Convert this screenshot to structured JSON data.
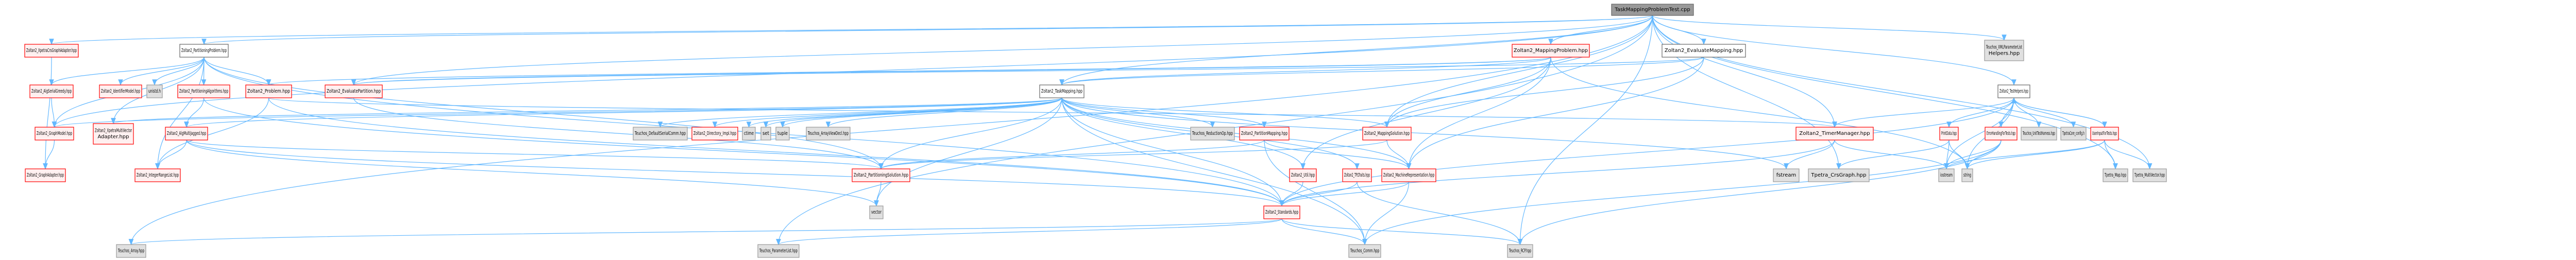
{
  "title": "TaskMappingProblemTest.cpp include dependency graph",
  "colors": {
    "edge": "#63b8ff",
    "root_fill": "#999999",
    "plain_fill": "#ffffff",
    "red_fill": "#fff0f0",
    "red_border": "#ff0000",
    "gray_fill": "#e0e0e0"
  },
  "nodes": [
    {
      "id": "root",
      "label": "TaskMappingProblemTest.cpp",
      "kind": "root"
    },
    {
      "id": "xpetraCrsGraphAdapter",
      "label": "Zoltan2_XpetraCrsGraphAdapter.hpp",
      "kind": "red"
    },
    {
      "id": "partitioningProblem",
      "label": "Zoltan2_PartitioningProblem.hpp",
      "kind": "plain"
    },
    {
      "id": "mappingProblem",
      "label": "Zoltan2_MappingProblem.hpp",
      "kind": "red"
    },
    {
      "id": "evaluateMapping",
      "label": "Zoltan2_EvaluateMapping.hpp",
      "kind": "plain"
    },
    {
      "id": "xmlParamHelpers",
      "label": "Teuchos_XMLParameterList\nHelpers.hpp",
      "kind": "gray"
    },
    {
      "id": "algSerialGreedy",
      "label": "Zoltan2_AlgSerialGreedy.hpp",
      "kind": "red"
    },
    {
      "id": "identifierModel",
      "label": "Zoltan2_IdentifierModel.hpp",
      "kind": "red"
    },
    {
      "id": "unistd",
      "label": "unistd.h",
      "kind": "gray"
    },
    {
      "id": "partitioningAlgorithms",
      "label": "Zoltan2_PartitioningAlgorithms.hpp",
      "kind": "red"
    },
    {
      "id": "problem",
      "label": "Zoltan2_Problem.hpp",
      "kind": "red"
    },
    {
      "id": "evaluatePartition",
      "label": "Zoltan2_EvaluatePartition.hpp",
      "kind": "red"
    },
    {
      "id": "taskMapping",
      "label": "Zoltan2_TaskMapping.hpp",
      "kind": "plain"
    },
    {
      "id": "testHelpers",
      "label": "Zoltan2_TestHelpers.hpp",
      "kind": "plain"
    },
    {
      "id": "graphModel",
      "label": "Zoltan2_GraphModel.hpp",
      "kind": "red"
    },
    {
      "id": "xpetraMultiVectorAdapter",
      "label": "Zoltan2_XpetraMultiVector\nAdapter.hpp",
      "kind": "red"
    },
    {
      "id": "algMultiJagged",
      "label": "Zoltan2_AlgMultiJagged.hpp",
      "kind": "red"
    },
    {
      "id": "defaultSerialComm",
      "label": "Teuchos_DefaultSerialComm.hpp",
      "kind": "gray"
    },
    {
      "id": "directoryImpl",
      "label": "Zoltan2_Directory_Impl.hpp",
      "kind": "red"
    },
    {
      "id": "ctime",
      "label": "ctime",
      "kind": "gray"
    },
    {
      "id": "set",
      "label": "set",
      "kind": "gray"
    },
    {
      "id": "tuple",
      "label": "tuple",
      "kind": "gray"
    },
    {
      "id": "arrayViewDecl",
      "label": "Teuchos_ArrayViewDecl.hpp",
      "kind": "gray"
    },
    {
      "id": "reductionOp",
      "label": "Teuchos_ReductionOp.hpp",
      "kind": "gray"
    },
    {
      "id": "partitionMapping",
      "label": "Zoltan2_PartitionMapping.hpp",
      "kind": "red"
    },
    {
      "id": "mappingSolution",
      "label": "Zoltan2_MappingSolution.hpp",
      "kind": "red"
    },
    {
      "id": "timerManager",
      "label": "Zoltan2_TimerManager.hpp",
      "kind": "red"
    },
    {
      "id": "printData",
      "label": "PrintData.hpp",
      "kind": "red"
    },
    {
      "id": "errorHandling",
      "label": "ErrorHandlingForTests.hpp",
      "kind": "red"
    },
    {
      "id": "unitTestHarness",
      "label": "Teuchos_UnitTestHarness.hpp",
      "kind": "gray"
    },
    {
      "id": "tpetraCoreConfig",
      "label": "TpetraCore_config.h",
      "kind": "gray"
    },
    {
      "id": "userInput",
      "label": "UserInputForTests.hpp",
      "kind": "red"
    },
    {
      "id": "graphAdapter",
      "label": "Zoltan2_GraphAdapter.hpp",
      "kind": "red"
    },
    {
      "id": "integerRangeList",
      "label": "Zoltan2_IntegerRangeList.hpp",
      "kind": "red"
    },
    {
      "id": "partitioningSolution",
      "label": "Zoltan2_PartitioningSolution.hpp",
      "kind": "red"
    },
    {
      "id": "util",
      "label": "Zoltan2_Util.hpp",
      "kind": "red"
    },
    {
      "id": "tplTraits",
      "label": "Zoltan2_TPLTraits.hpp",
      "kind": "red"
    },
    {
      "id": "machineRep",
      "label": "Zoltan2_MachineRepresentation.hpp",
      "kind": "red"
    },
    {
      "id": "fstream",
      "label": "fstream",
      "kind": "gray"
    },
    {
      "id": "tpetraCrsGraph",
      "label": "Tpetra_CrsGraph.hpp",
      "kind": "gray"
    },
    {
      "id": "iostream",
      "label": "iostream",
      "kind": "gray"
    },
    {
      "id": "string",
      "label": "string",
      "kind": "gray"
    },
    {
      "id": "tpetraMap",
      "label": "Tpetra_Map.hpp",
      "kind": "gray"
    },
    {
      "id": "tpetraMultiVector",
      "label": "Tpetra_MultiVector.hpp",
      "kind": "gray"
    },
    {
      "id": "vector",
      "label": "vector",
      "kind": "gray"
    },
    {
      "id": "standards",
      "label": "Zoltan2_Standards.hpp",
      "kind": "red"
    },
    {
      "id": "teuchosArray",
      "label": "Teuchos_Array.hpp",
      "kind": "gray"
    },
    {
      "id": "parameterList",
      "label": "Teuchos_ParameterList.hpp",
      "kind": "gray"
    },
    {
      "id": "teuchosComm",
      "label": "Teuchos_Comm.hpp",
      "kind": "gray"
    },
    {
      "id": "teuchosRCP",
      "label": "Teuchos_RCP.hpp",
      "kind": "gray"
    }
  ],
  "edges": [
    [
      "root",
      "xpetraCrsGraphAdapter"
    ],
    [
      "root",
      "partitioningProblem"
    ],
    [
      "root",
      "mappingProblem"
    ],
    [
      "root",
      "evaluateMapping"
    ],
    [
      "root",
      "xmlParamHelpers"
    ],
    [
      "root",
      "testHelpers"
    ],
    [
      "root",
      "evaluatePartition"
    ],
    [
      "root",
      "taskMapping"
    ],
    [
      "root",
      "teuchosArray"
    ],
    [
      "root",
      "parameterList"
    ],
    [
      "root",
      "teuchosRCP"
    ],
    [
      "root",
      "tpetraMap"
    ],
    [
      "root",
      "tpetraMultiVector"
    ],
    [
      "root",
      "graphModel"
    ],
    [
      "root",
      "timerManager"
    ],
    [
      "root",
      "tpetraCrsGraph"
    ],
    [
      "root",
      "mappingSolution"
    ],
    [
      "xpetraCrsGraphAdapter",
      "graphAdapter"
    ],
    [
      "partitioningProblem",
      "algSerialGreedy"
    ],
    [
      "partitioningProblem",
      "identifierModel"
    ],
    [
      "partitioningProblem",
      "unistd"
    ],
    [
      "partitioningProblem",
      "partitioningAlgorithms"
    ],
    [
      "partitioningProblem",
      "problem"
    ],
    [
      "partitioningProblem",
      "integerRangeList"
    ],
    [
      "partitioningProblem",
      "partitioningSolution"
    ],
    [
      "partitioningProblem",
      "graphModel"
    ],
    [
      "partitioningProblem",
      "xpetraMultiVectorAdapter"
    ],
    [
      "partitioningProblem",
      "standards"
    ],
    [
      "mappingProblem",
      "taskMapping"
    ],
    [
      "mappingProblem",
      "evaluatePartition"
    ],
    [
      "mappingProblem",
      "mappingSolution"
    ],
    [
      "mappingProblem",
      "machineRep"
    ],
    [
      "mappingProblem",
      "util"
    ],
    [
      "mappingProblem",
      "string"
    ],
    [
      "mappingProblem",
      "problem"
    ],
    [
      "evaluateMapping",
      "taskMapping"
    ],
    [
      "evaluateMapping",
      "mappingSolution"
    ],
    [
      "evaluateMapping",
      "evaluatePartition"
    ],
    [
      "evaluateMapping",
      "machineRep"
    ],
    [
      "algSerialGreedy",
      "graphModel"
    ],
    [
      "partitioningAlgorithms",
      "algMultiJagged"
    ],
    [
      "partitioningAlgorithms",
      "standards"
    ],
    [
      "problem",
      "standards"
    ],
    [
      "problem",
      "timerManager"
    ],
    [
      "problem",
      "integerRangeList"
    ],
    [
      "evaluatePartition",
      "partitioningSolution"
    ],
    [
      "taskMapping",
      "defaultSerialComm"
    ],
    [
      "taskMapping",
      "directoryImpl"
    ],
    [
      "taskMapping",
      "ctime"
    ],
    [
      "taskMapping",
      "set"
    ],
    [
      "taskMapping",
      "tuple"
    ],
    [
      "taskMapping",
      "arrayViewDecl"
    ],
    [
      "taskMapping",
      "reductionOp"
    ],
    [
      "taskMapping",
      "partitionMapping"
    ],
    [
      "taskMapping",
      "mappingSolution"
    ],
    [
      "taskMapping",
      "machineRep"
    ],
    [
      "taskMapping",
      "tplTraits"
    ],
    [
      "taskMapping",
      "algMultiJagged"
    ],
    [
      "taskMapping",
      "graphModel"
    ],
    [
      "taskMapping",
      "xpetraMultiVectorAdapter"
    ],
    [
      "taskMapping",
      "fstream"
    ],
    [
      "taskMapping",
      "partitioningSolution"
    ],
    [
      "taskMapping",
      "standards"
    ],
    [
      "taskMapping",
      "teuchosComm"
    ],
    [
      "taskMapping",
      "vector"
    ],
    [
      "taskMapping",
      "util"
    ],
    [
      "testHelpers",
      "timerManager"
    ],
    [
      "testHelpers",
      "printData"
    ],
    [
      "testHelpers",
      "errorHandling"
    ],
    [
      "testHelpers",
      "unitTestHarness"
    ],
    [
      "testHelpers",
      "tpetraCoreConfig"
    ],
    [
      "testHelpers",
      "userInput"
    ],
    [
      "testHelpers",
      "iostream"
    ],
    [
      "testHelpers",
      "string"
    ],
    [
      "testHelpers",
      "standards"
    ],
    [
      "userInput",
      "testHelpers"
    ],
    [
      "userInput",
      "tpetraMap"
    ],
    [
      "userInput",
      "tpetraMultiVector"
    ],
    [
      "userInput",
      "string"
    ],
    [
      "userInput",
      "iostream"
    ],
    [
      "graphModel",
      "graphAdapter"
    ],
    [
      "algMultiJagged",
      "integerRangeList"
    ],
    [
      "algMultiJagged",
      "partitioningSolution"
    ],
    [
      "algMultiJagged",
      "vector"
    ],
    [
      "algMultiJagged",
      "standards"
    ],
    [
      "partitionMapping",
      "partitioningSolution"
    ],
    [
      "partitionMapping",
      "machineRep"
    ],
    [
      "partitionMapping",
      "teuchosComm"
    ],
    [
      "mappingSolution",
      "partitioningSolution"
    ],
    [
      "mappingSolution",
      "machineRep"
    ],
    [
      "timerManager",
      "fstream"
    ],
    [
      "timerManager",
      "iostream"
    ],
    [
      "timerManager",
      "standards"
    ],
    [
      "printData",
      "tpetraCrsGraph"
    ],
    [
      "printData",
      "iostream"
    ],
    [
      "printData",
      "string"
    ],
    [
      "errorHandling",
      "iostream"
    ],
    [
      "errorHandling",
      "string"
    ],
    [
      "errorHandling",
      "teuchosRCP"
    ],
    [
      "errorHandling",
      "teuchosComm"
    ],
    [
      "partitioningSolution",
      "vector"
    ],
    [
      "util",
      "standards"
    ],
    [
      "tplTraits",
      "standards"
    ],
    [
      "tplTraits",
      "teuchosRCP"
    ],
    [
      "machineRep",
      "standards"
    ],
    [
      "machineRep",
      "teuchosComm"
    ],
    [
      "standards",
      "teuchosArray"
    ],
    [
      "standards",
      "parameterList"
    ],
    [
      "standards",
      "teuchosComm"
    ],
    [
      "standards",
      "teuchosRCP"
    ]
  ]
}
